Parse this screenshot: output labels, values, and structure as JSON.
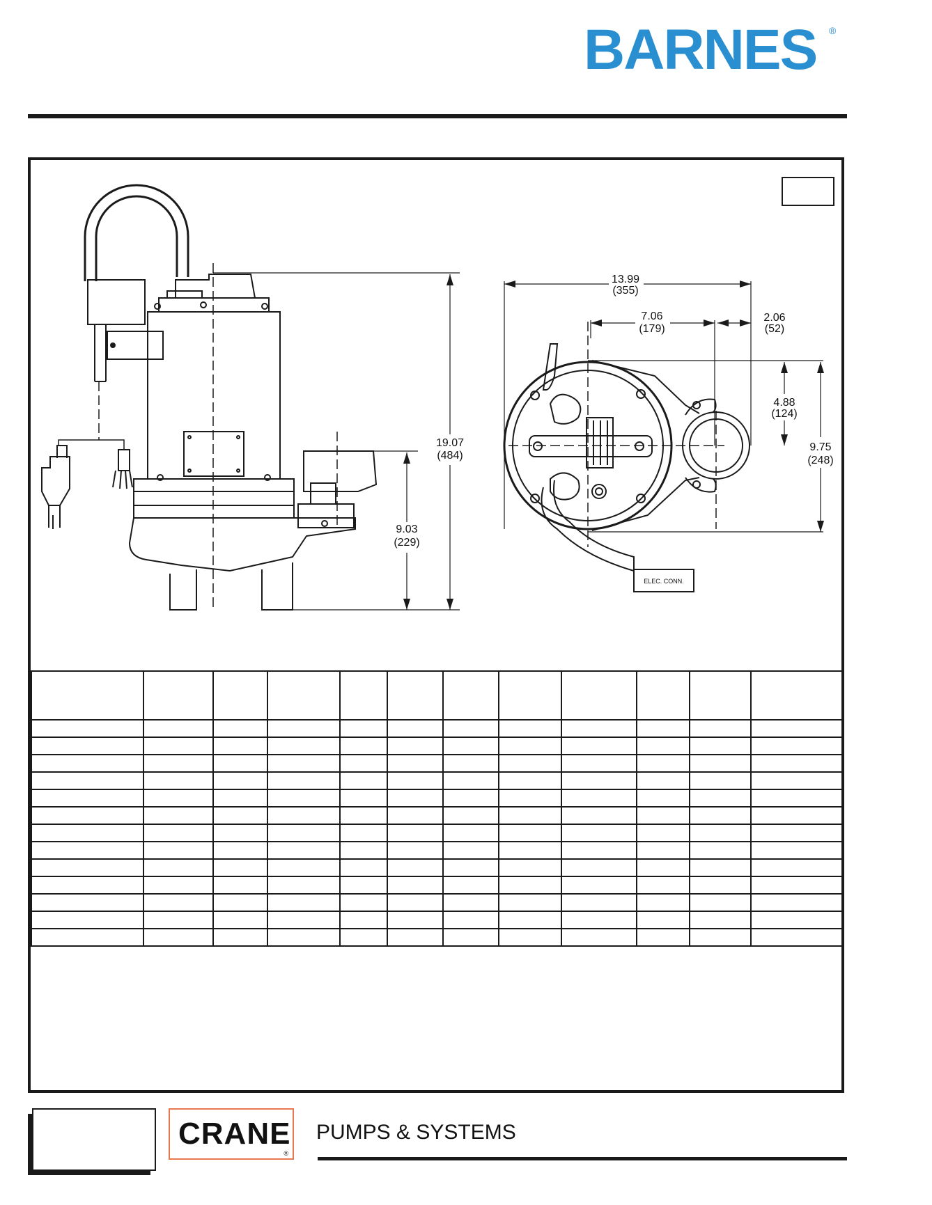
{
  "header": {
    "brand": "BARNES",
    "brand_mark": "®"
  },
  "drawing": {
    "dimensions": {
      "height_total": "19.07",
      "height_total_mm": "(484)",
      "discharge_height": "9.03",
      "discharge_height_mm": "(229)",
      "width_total": "13.99",
      "width_total_mm": "(355)",
      "center_to_discharge": "7.06",
      "center_to_discharge_mm": "(179)",
      "discharge_to_edge": "2.06",
      "discharge_to_edge_mm": "(52)",
      "center_offset": "4.88",
      "center_offset_mm": "(124)",
      "depth_total": "9.75",
      "depth_total_mm": "(248)"
    },
    "elec_conn": "ELEC. CONN."
  },
  "spec_table": {
    "columns": 12,
    "body_rows": 13
  },
  "footer": {
    "crane": "CRANE",
    "crane_mark": "®",
    "tagline": "PUMPS & SYSTEMS"
  },
  "colors": {
    "brand_blue": "#2a8fd1",
    "crane_border": "#e8764e"
  }
}
